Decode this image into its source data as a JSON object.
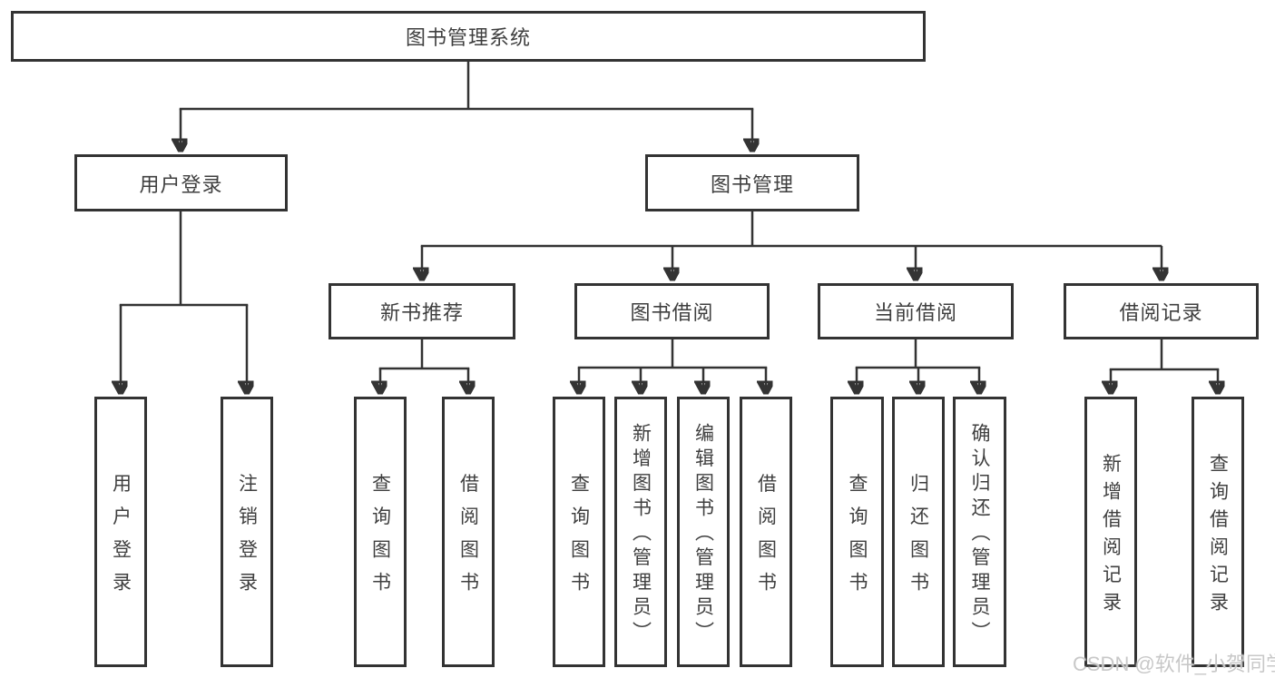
{
  "title": "图书管理系统",
  "level2": {
    "user_login": "用户登录",
    "book_mgmt": "图书管理"
  },
  "level3": {
    "new_book_rec": "新书推荐",
    "book_borrow": "图书借阅",
    "current_borrow": "当前借阅",
    "borrow_records": "借阅记录"
  },
  "leaves": [
    "用户登录",
    "注销登录",
    "查询图书",
    "借阅图书",
    "查询图书",
    "新增图书（管理员）",
    "编辑图书（管理员）",
    "借阅图书",
    "查询图书",
    "归还图书",
    "确认归还（管理员）",
    "新增借阅记录",
    "查询借阅记录"
  ],
  "watermark": "CSDN @软件_小贺同学",
  "colors": {
    "line": "#333333",
    "text": "#3f3f3f",
    "box_background": "#ffffff",
    "watermark": "#c8c8c8"
  }
}
